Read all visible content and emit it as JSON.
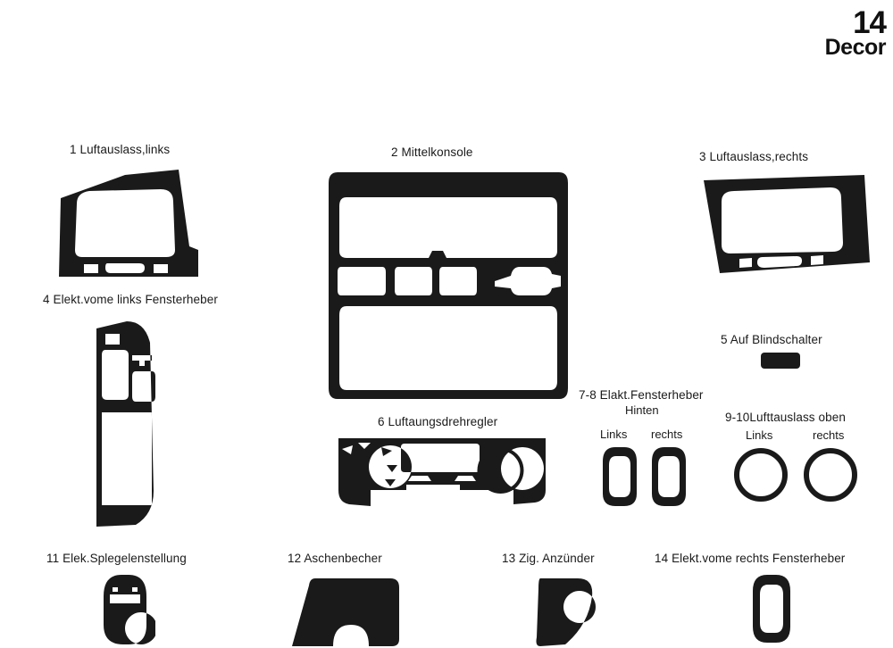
{
  "header": {
    "kit_number": "14",
    "kit_word": "Decor"
  },
  "parts": [
    {
      "id": 1,
      "label": "1  Luftauslass,links",
      "name": "luftauslass-links"
    },
    {
      "id": 2,
      "label": "2  Mittelkonsole",
      "name": "mittelkonsole"
    },
    {
      "id": 3,
      "label": "3  Luftauslass,rechts",
      "name": "luftauslass-rechts"
    },
    {
      "id": 4,
      "label": "4  Elekt.vome links Fensterheber",
      "name": "elekt-vorne-links-fensterheber"
    },
    {
      "id": 5,
      "label": "5  Auf Blindschalter",
      "name": "auf-blindschalter"
    },
    {
      "id": 6,
      "label": "6  Luftaungsdrehregler",
      "name": "luftaungsdrehregler"
    },
    {
      "id": 7,
      "label": "7-8 Elakt.Fensterheber",
      "name": "elakt-fensterheber-hinten"
    },
    {
      "id": 9,
      "label": "9-10Lufttauslass oben",
      "name": "lufttauslass-oben"
    },
    {
      "id": 11,
      "label": "11  Elek.Splegelenstellung",
      "name": "elek-spiegelverstellung"
    },
    {
      "id": 12,
      "label": "12  Aschenbecher",
      "name": "aschenbecher"
    },
    {
      "id": 13,
      "label": "13  Zig. Anzünder",
      "name": "zigarettenanzuender"
    },
    {
      "id": 14,
      "label": "14  Elekt.vome rechts Fensterheber",
      "name": "elekt-vorne-rechts-fensterheber"
    }
  ],
  "sub_labels": {
    "hinten": "Hinten",
    "rear_left": "Links",
    "rear_right": "rechts",
    "top_left": "Links",
    "top_right": "rechts"
  },
  "colors": {
    "part_fill": "#1a1a1a",
    "background": "#ffffff",
    "text": "#1a1a1a"
  }
}
